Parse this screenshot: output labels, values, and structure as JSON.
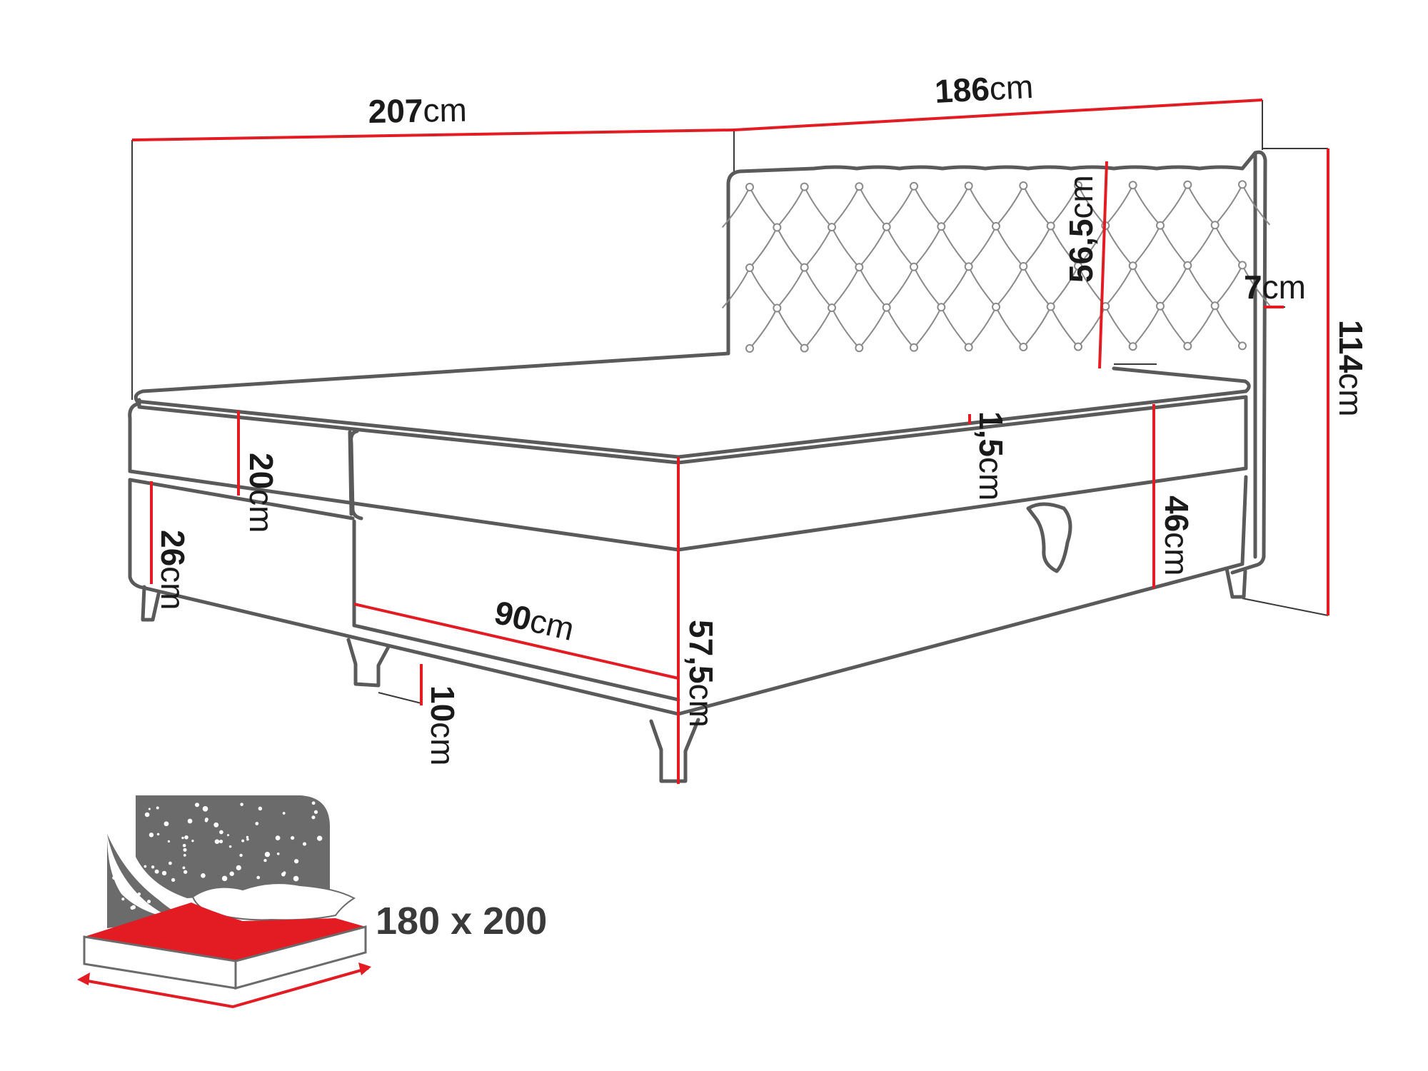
{
  "dimensions": {
    "overall_length": {
      "value": "207",
      "unit": "cm"
    },
    "headboard_width": {
      "value": "186",
      "unit": "cm"
    },
    "total_height": {
      "value": "114",
      "unit": "cm"
    },
    "headboard_height": {
      "value": "56,5",
      "unit": "cm"
    },
    "headboard_depth": {
      "value": "7",
      "unit": "cm"
    },
    "topper_height": {
      "value": "1,5",
      "unit": "cm"
    },
    "mattress_height": {
      "value": "20",
      "unit": "cm"
    },
    "box_height": {
      "value": "26",
      "unit": "cm"
    },
    "side_height": {
      "value": "46",
      "unit": "cm"
    },
    "sleeping_height": {
      "value": "57,5",
      "unit": "cm"
    },
    "half_width": {
      "value": "90",
      "unit": "cm"
    },
    "leg_height": {
      "value": "10",
      "unit": "cm"
    }
  },
  "mattress_size": "180 x 200",
  "colors": {
    "dimension_line": "#e31b23",
    "outline": "#5a5a5a",
    "mattress": "#e31b23"
  }
}
